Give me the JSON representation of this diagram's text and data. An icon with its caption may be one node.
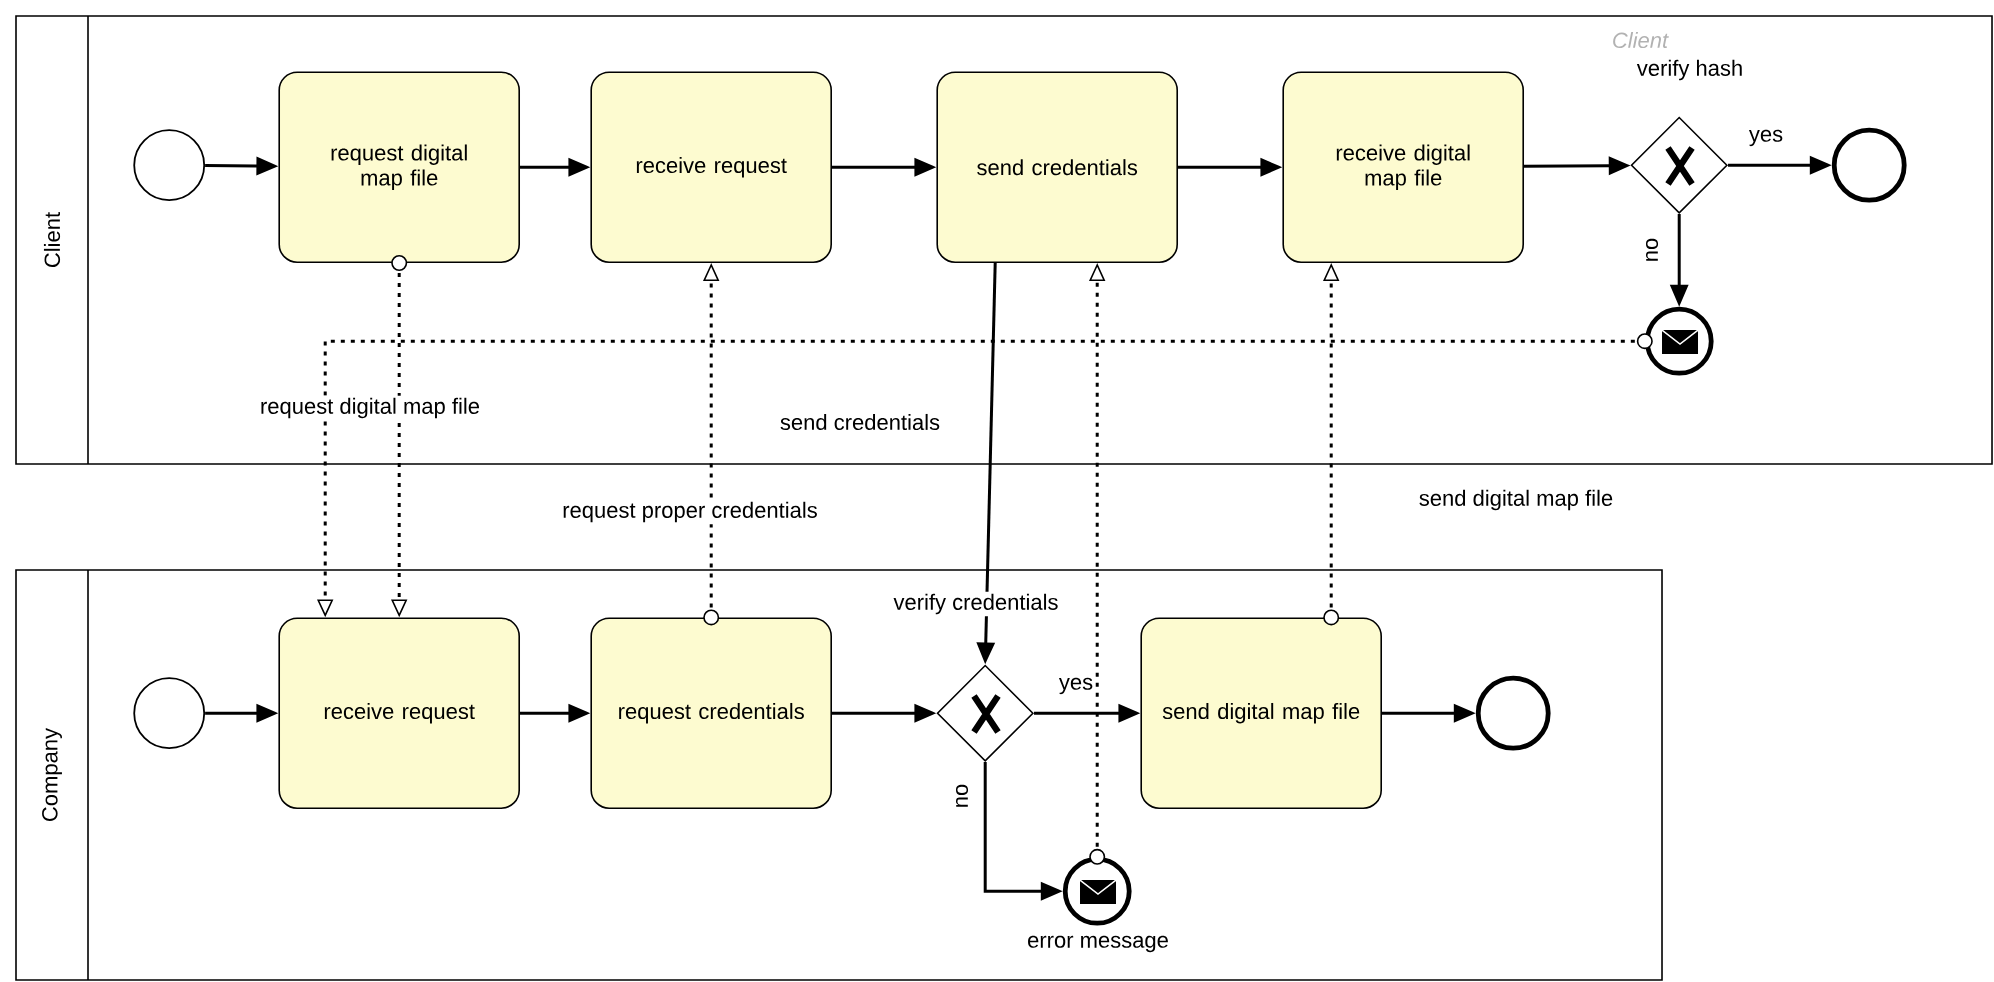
{
  "diagram": {
    "nodes": [
      {
        "text": [
          "Client"
        ]
      },
      {
        "text": [
          "Company"
        ]
      },
      {
        "text": [],
        "shape": "circle",
        "in": 0
      },
      {
        "text": [
          "request digital map file"
        ],
        "in": 0
      },
      {
        "text": [
          "receive request"
        ],
        "in": 0
      },
      {
        "text": [
          "send credentials"
        ],
        "in": 0
      },
      {
        "text": [
          "receive digital map file"
        ],
        "in": 0
      },
      {
        "text": [],
        "shape": "diamond",
        "in": 0,
        "beside": [
          "verify hash"
        ]
      },
      {
        "text": [],
        "shape": "circle",
        "in": 0
      },
      {
        "text": [],
        "shape": "circle",
        "in": 0
      },
      {
        "text": [],
        "shape": "circle",
        "in": 1
      },
      {
        "text": [
          "receive request"
        ],
        "in": 1
      },
      {
        "text": [
          "request credentials"
        ],
        "in": 1
      },
      {
        "text": [],
        "shape": "diamond",
        "in": 1,
        "beside": [
          "verify credentials"
        ]
      },
      {
        "text": [
          "send digital map file"
        ],
        "in": 1
      },
      {
        "text": [],
        "shape": "circle",
        "in": 1
      },
      {
        "text": [],
        "shape": "circle",
        "in": 1,
        "beside": [
          "error message"
        ]
      }
    ],
    "edges": [
      {
        "from": 2,
        "to": 3,
        "arrow": "to"
      },
      {
        "from": 3,
        "to": 4,
        "arrow": "to"
      },
      {
        "from": 4,
        "to": 5,
        "arrow": "to"
      },
      {
        "from": 5,
        "to": 6,
        "arrow": "to"
      },
      {
        "from": 6,
        "to": 7,
        "arrow": "to"
      },
      {
        "from": 7,
        "to": 8,
        "arrow": "to",
        "label": "yes"
      },
      {
        "from": 7,
        "to": 9,
        "arrow": "to",
        "label": "no"
      },
      {
        "from": 10,
        "to": 11,
        "arrow": "to"
      },
      {
        "from": 11,
        "to": 12,
        "arrow": "to"
      },
      {
        "from": 12,
        "to": 13,
        "arrow": "to"
      },
      {
        "from": 13,
        "to": 14,
        "arrow": "to",
        "label": "yes"
      },
      {
        "from": 13,
        "to": 16,
        "arrow": "to",
        "label": "no"
      },
      {
        "from": 14,
        "to": 15,
        "arrow": "to"
      },
      {
        "from": 5,
        "to": 13,
        "arrow": "to",
        "label": "send credentials"
      },
      {
        "from": 3,
        "to": 11,
        "arrow": "to",
        "style": "dashed",
        "label": "request digital map file"
      },
      {
        "from": 9,
        "to": 11,
        "arrow": "to",
        "style": "dashed"
      },
      {
        "from": 12,
        "to": 4,
        "arrow": "to",
        "style": "dashed",
        "label": "request proper credentials"
      },
      {
        "from": 16,
        "to": 5,
        "arrow": "to",
        "style": "dashed"
      },
      {
        "from": 14,
        "to": 6,
        "arrow": "to",
        "style": "dashed",
        "label": "send digital map file"
      }
    ],
    "labels": [
      "Client"
    ]
  }
}
